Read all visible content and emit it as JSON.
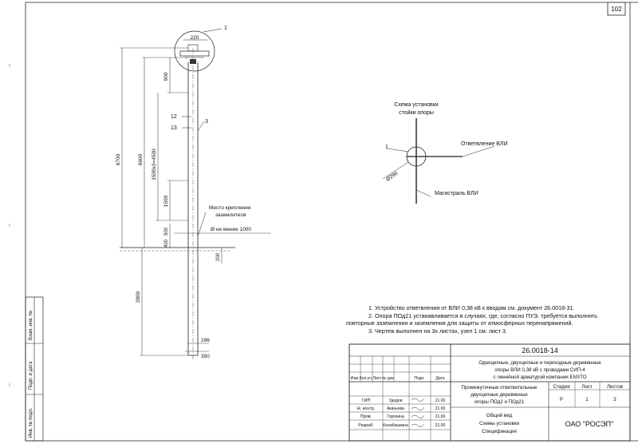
{
  "sheet_number": "102",
  "drawing": {
    "callouts": {
      "one": "1",
      "three": "3",
      "twelve": "12",
      "thirteen": "13"
    },
    "dims": {
      "top_width": "220",
      "total_height": "6700",
      "above_ground": "6600",
      "top_segment": "900",
      "mid_segment": "1500x3=4500",
      "low_segment": "1500",
      "seg_500": "500",
      "seg_400": "400",
      "ground_200": "200",
      "depth": "2800",
      "base_296": "296",
      "base_350": "350"
    },
    "ground_label_line1": "Место крепления",
    "ground_label_line2": "заземлителя",
    "min_diameter": "Ø не менее 1000"
  },
  "scheme": {
    "title_line1": "Схема установки",
    "title_line2": "стойки опоры",
    "callout": "1",
    "branch_label": "Ответвление ВЛИ",
    "main_label": "Магистраль ВЛИ",
    "diameter": "Ø296"
  },
  "notes": [
    "1. Устройство ответвления от ВЛИ 0,38 кВ к вводам см. документ 26.0018-31.",
    "2. Опора ПОд21 устанавливается в случаях, где, согласно ПУЭ, требуется выполнять",
    "повторные заземления и заземления для защиты от атмосферных перенапряжений.",
    "3. Чертеж выполнен на 3х листах, узел 1 см. лист 3."
  ],
  "side_stamp": [
    "Инв. № подл.",
    "Подп. и дата",
    "Взам. инв. №"
  ],
  "title_block": {
    "doc_code": "26.0018-14",
    "title_line1": "Одноцепные, двухцепные и переходные деревянные",
    "title_line2": "опоры ВЛИ 0,38 кВ с проводами СИП-4",
    "title_line3": "с линейной арматурой компании ENSTO",
    "rev_headers": [
      "Изм.",
      "Кол.уч.",
      "Лист",
      "№ док.",
      "Подп.",
      "Дата"
    ],
    "staff": [
      {
        "role": "ГИП",
        "name": "Удодов",
        "date": "21.06"
      },
      {
        "role": "Н. контр.",
        "name": "Акиньева",
        "date": "21.06"
      },
      {
        "role": "Пров.",
        "name": "Горохина",
        "date": "21.06"
      },
      {
        "role": "Разраб.",
        "name": "Калабашкина",
        "date": "21.06"
      }
    ],
    "item_line1": "Промежуточные ответвительные",
    "item_line2": "двухцепные деревянные",
    "item_line3": "опоры ПОд2 и ПОд21",
    "stage_label": "Стадия",
    "stage_value": "Р",
    "sheet_label": "Лист",
    "sheet_value": "1",
    "sheets_label": "Листов",
    "sheets_value": "3",
    "content_line1": "Общий вид",
    "content_line2": "Схемы установки",
    "content_line3": "Спецификация",
    "org": "ОАО \"РОСЭП\""
  }
}
